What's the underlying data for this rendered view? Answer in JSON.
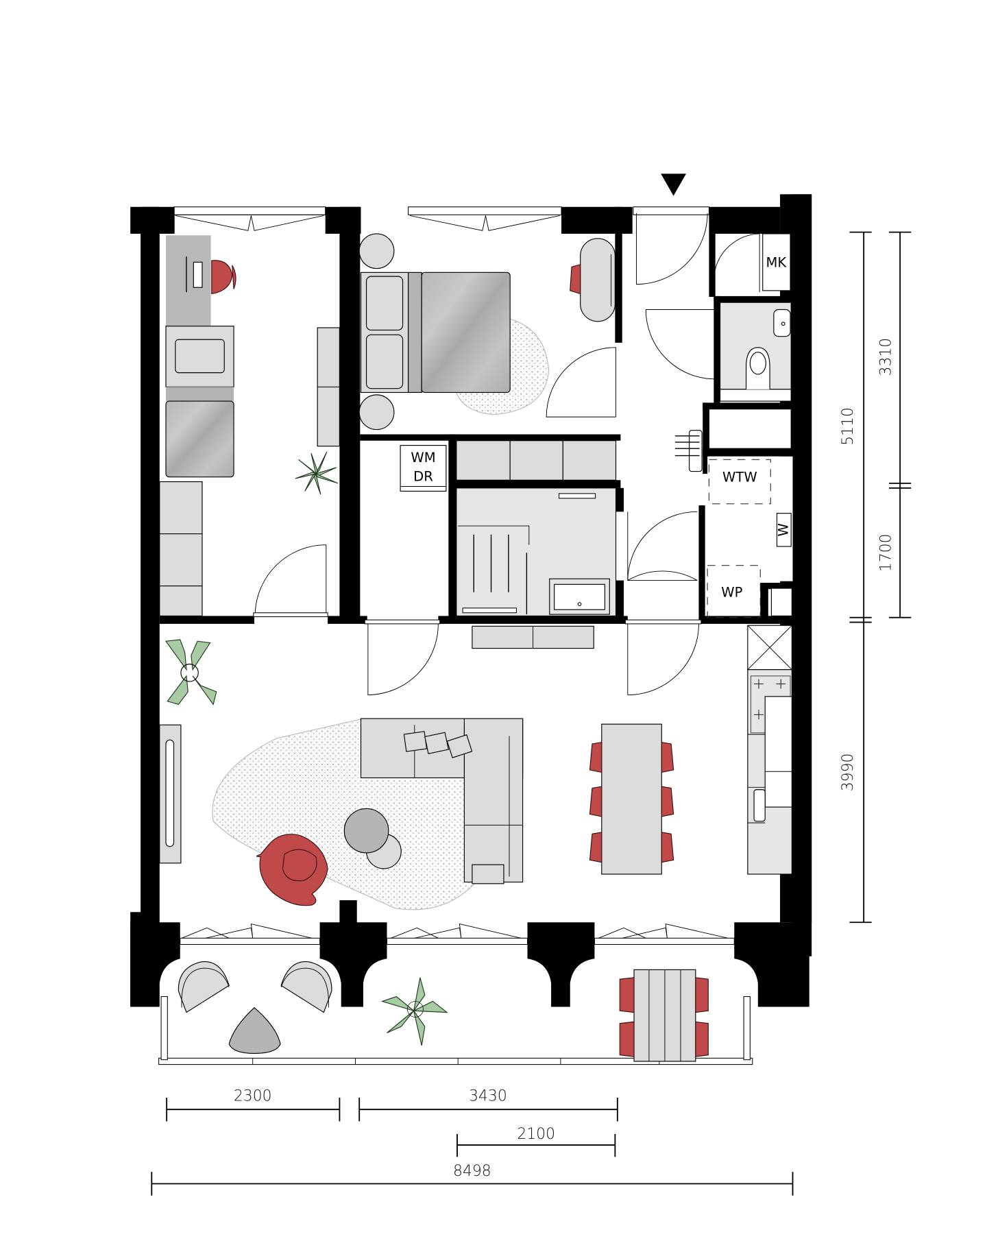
{
  "plan": {
    "entrance_marker": "entrance-arrow",
    "accent_color": "#c0494a",
    "plant_color": "#a9cba3",
    "furniture_color": "#dcdcdc",
    "wall_color": "#000000"
  },
  "labels": {
    "mk": "MK",
    "wm": "WM",
    "dr": "DR",
    "wtw": "WTW",
    "w": "W",
    "wp": "WP"
  },
  "dimensions": {
    "bottom": [
      {
        "id": "d2300",
        "value": "2300"
      },
      {
        "id": "d3430",
        "value": "3430"
      },
      {
        "id": "d2100",
        "value": "2100"
      },
      {
        "id": "d8498",
        "value": "8498"
      }
    ],
    "right": [
      {
        "id": "d5110",
        "value": "5110"
      },
      {
        "id": "d3310",
        "value": "3310"
      },
      {
        "id": "d1700",
        "value": "1700"
      },
      {
        "id": "d3990",
        "value": "3990"
      }
    ]
  },
  "rooms": [
    {
      "name": "bedroom-2",
      "features": [
        "desk",
        "office-chair",
        "single-bed",
        "wardrobe",
        "plant"
      ]
    },
    {
      "name": "bedroom-1",
      "features": [
        "double-bed",
        "nightstands",
        "rug",
        "vanity-table",
        "chair",
        "wardrobe"
      ]
    },
    {
      "name": "laundry",
      "features": [
        "washer-dryer"
      ]
    },
    {
      "name": "bathroom",
      "features": [
        "shower",
        "sink",
        "bathtub-sink"
      ]
    },
    {
      "name": "entrance-hall",
      "features": [
        "meter-cupboard",
        "radiator"
      ]
    },
    {
      "name": "toilet",
      "features": [
        "toilet",
        "hand-basin"
      ]
    },
    {
      "name": "utility",
      "features": [
        "heat-recovery-unit",
        "boiler",
        "heat-pump"
      ]
    },
    {
      "name": "living-room",
      "features": [
        "corner-sofa",
        "armchair",
        "coffee-tables",
        "rug",
        "tv-unit",
        "plant"
      ]
    },
    {
      "name": "dining",
      "features": [
        "dining-table",
        "six-chairs"
      ]
    },
    {
      "name": "kitchen",
      "features": [
        "hob",
        "sink",
        "fridge",
        "counter"
      ]
    },
    {
      "name": "balcony",
      "features": [
        "two-lounge-chairs",
        "side-table",
        "plant",
        "bistro-table",
        "four-chairs"
      ]
    }
  ]
}
